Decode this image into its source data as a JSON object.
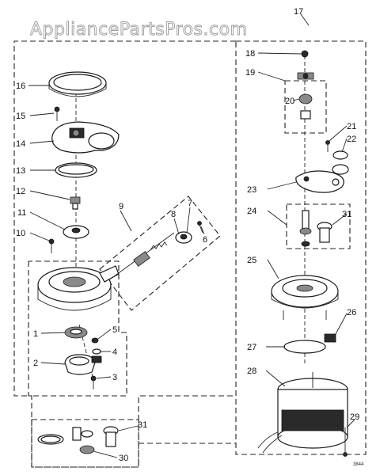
{
  "watermark": "AppliancePartsPros.com",
  "diagram_code": "3844",
  "callouts": {
    "c1": "1",
    "c2": "2",
    "c3": "3",
    "c4": "4",
    "c5": "5",
    "c6": "6",
    "c7": "7",
    "c8": "8",
    "c9": "9",
    "c10": "10",
    "c11": "11",
    "c12": "12",
    "c13": "13",
    "c14": "14",
    "c15": "15",
    "c16": "16",
    "c17": "17",
    "c18": "18",
    "c19": "19",
    "c20": "20",
    "c21": "21",
    "c22": "22",
    "c23": "23",
    "c24": "24",
    "c25": "25",
    "c26": "26",
    "c27": "27",
    "c28": "28",
    "c29": "29",
    "c30": "30",
    "c31a": "31",
    "c31b": "31"
  }
}
